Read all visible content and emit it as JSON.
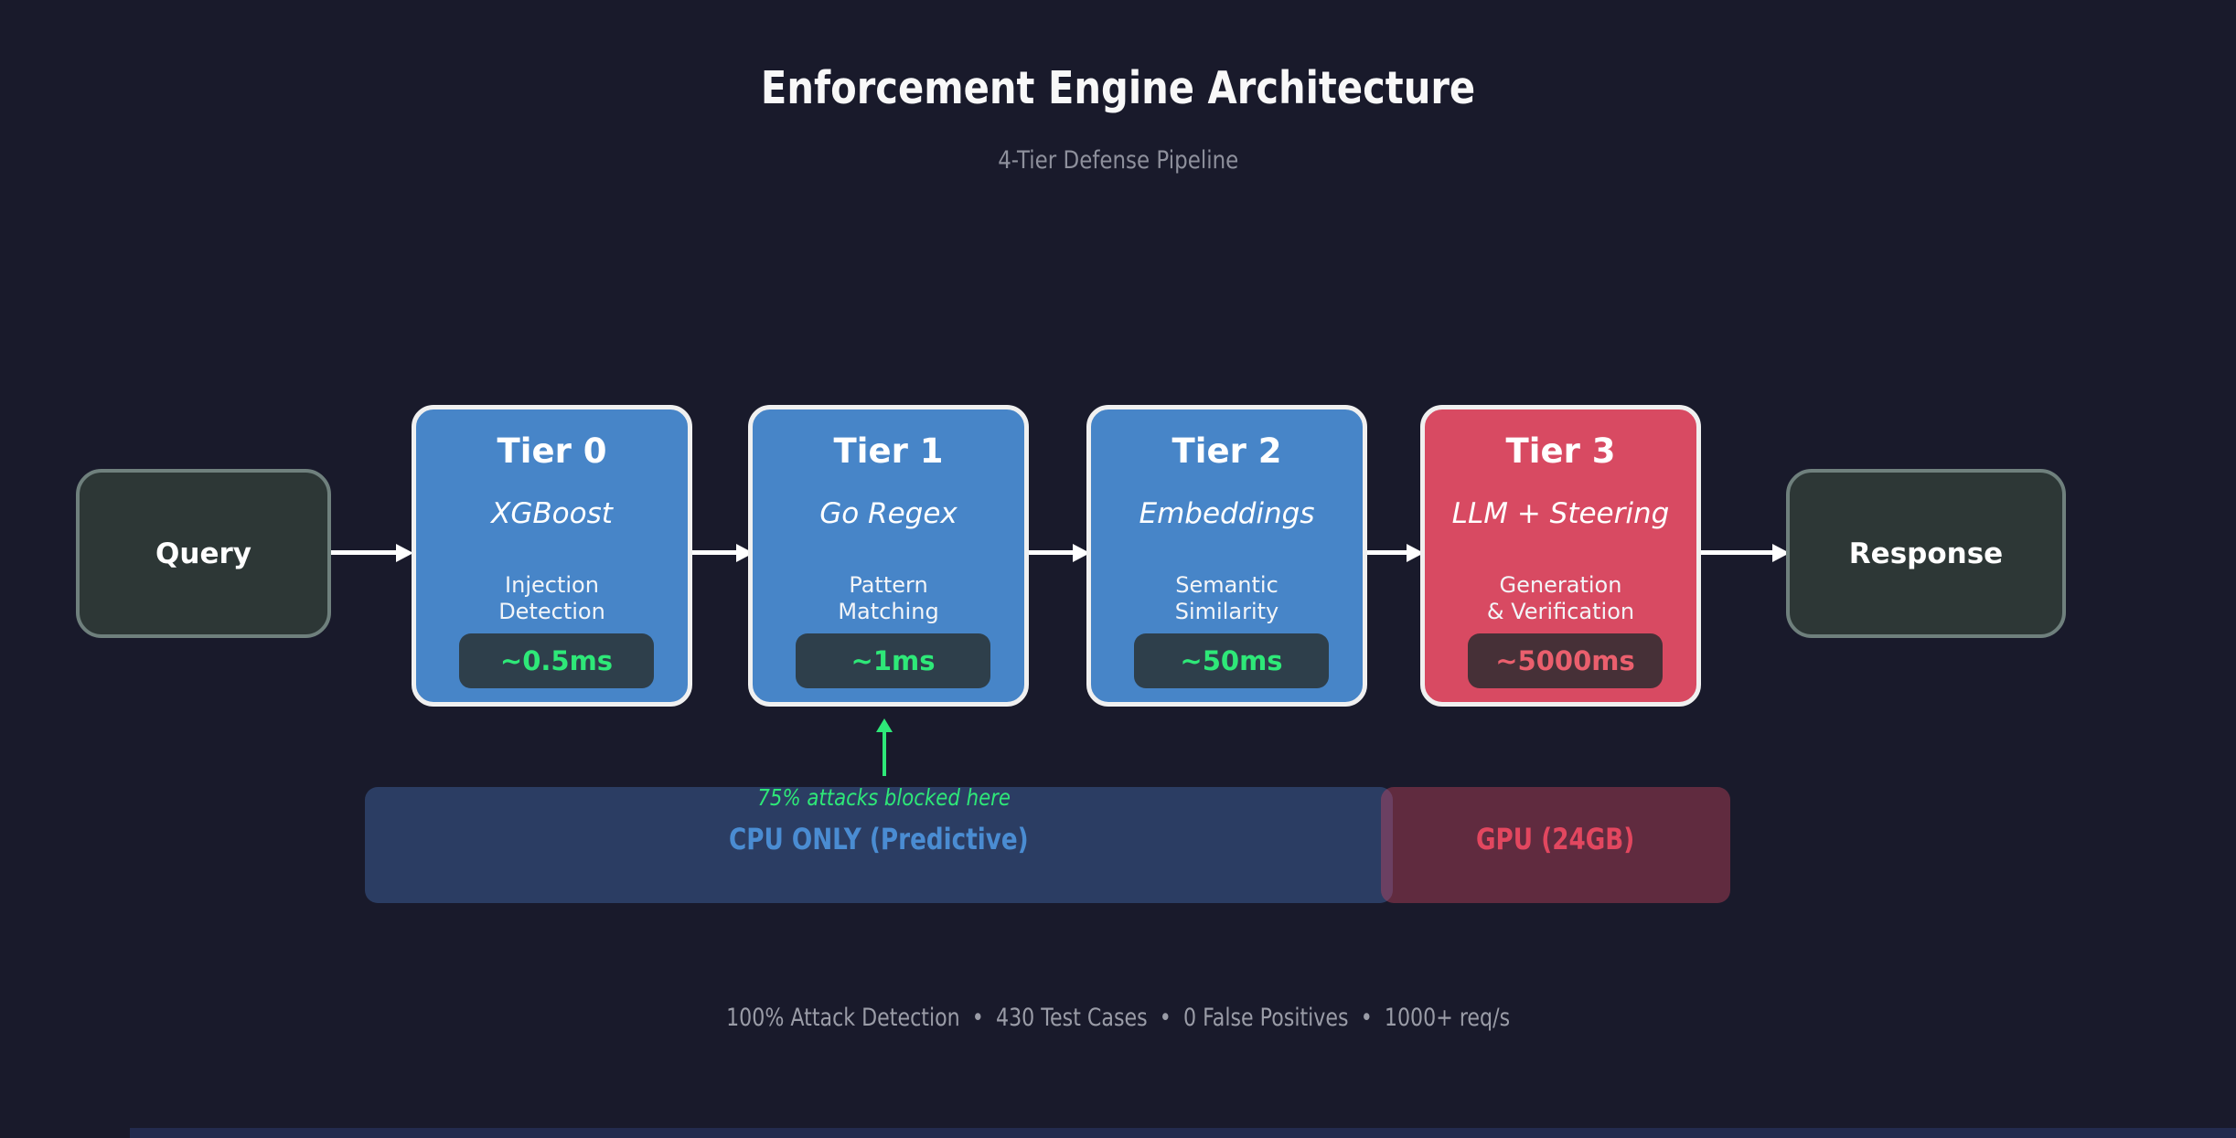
{
  "title": "Enforcement Engine Architecture",
  "subtitle": "4-Tier Defense Pipeline",
  "colors": {
    "background": "#191a2b",
    "tier_blue": "#4785c8",
    "tier_red": "#d84a62",
    "node_fill": "#2d3736",
    "node_border": "#6f807d",
    "badge_bg_blue_tier": "#2e3f4b",
    "badge_bg_red_tier": "#463037",
    "latency_green": "#2ee878",
    "latency_red": "#ea5f6d",
    "cpu_band": "#2b3d63",
    "gpu_band_overlay": "rgba(213,70,96,0.38)",
    "cpu_label": "#4a8cd2",
    "gpu_label": "#e2475f",
    "annotation_green": "#2ee878",
    "arrow_white": "#ffffff"
  },
  "pipeline": {
    "query_label": "Query",
    "response_label": "Response",
    "tiers": [
      {
        "name": "Tier 0",
        "tech": "XGBoost",
        "desc": "Injection\nDetection",
        "latency": "~0.5ms",
        "fill": "#4785c8",
        "badge_bg": "#2e3f4b",
        "badge_color": "#2ee878"
      },
      {
        "name": "Tier 1",
        "tech": "Go Regex",
        "desc": "Pattern\nMatching",
        "latency": "~1ms",
        "fill": "#4785c8",
        "badge_bg": "#2e3f4b",
        "badge_color": "#2ee878"
      },
      {
        "name": "Tier 2",
        "tech": "Embeddings",
        "desc": "Semantic\nSimilarity",
        "latency": "~50ms",
        "fill": "#4785c8",
        "badge_bg": "#2e3f4b",
        "badge_color": "#2ee878"
      },
      {
        "name": "Tier 3",
        "tech": "LLM + Steering",
        "desc": "Generation\n& Verification",
        "latency": "~5000ms",
        "fill": "#d84a62",
        "badge_bg": "#463037",
        "badge_color": "#ea5f6d"
      }
    ]
  },
  "annotation": {
    "text": "75% attacks blocked here",
    "color": "#2ee878"
  },
  "bands": {
    "cpu": {
      "label": "CPU ONLY (Predictive)",
      "fill": "#2b3d63",
      "label_color": "#4a8cd2"
    },
    "gpu": {
      "label": "GPU (24GB)",
      "fill": "rgba(213,70,96,0.38)",
      "label_color": "#e2475f"
    }
  },
  "footer": {
    "separator": "•",
    "stats": [
      "100% Attack Detection",
      "430 Test Cases",
      "0 False Positives",
      "1000+ req/s"
    ]
  }
}
